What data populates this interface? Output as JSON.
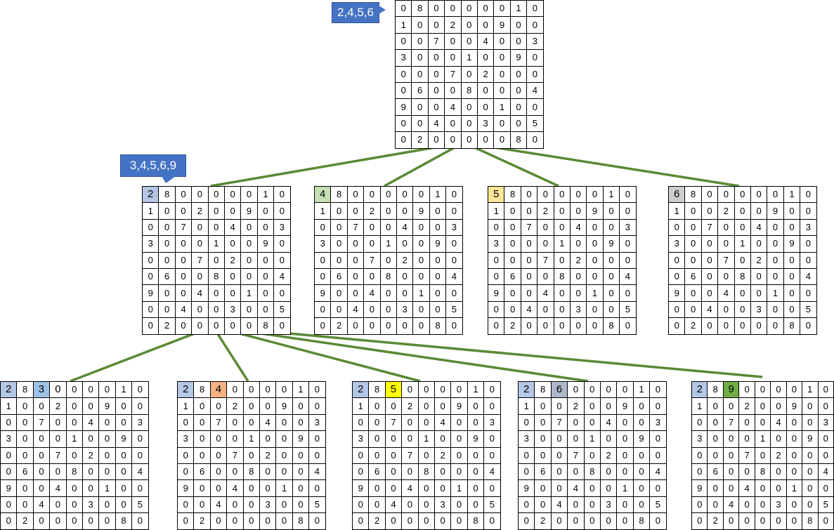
{
  "callouts": {
    "root": "2,4,5,6",
    "level1": "3,4,5,6,9"
  },
  "base_grid": [
    [
      "0",
      "8",
      "0",
      "0",
      "0",
      "0",
      "0",
      "1",
      "0"
    ],
    [
      "1",
      "0",
      "0",
      "2",
      "0",
      "0",
      "9",
      "0",
      "0"
    ],
    [
      "0",
      "0",
      "7",
      "0",
      "0",
      "4",
      "0",
      "0",
      "3"
    ],
    [
      "3",
      "0",
      "0",
      "0",
      "1",
      "0",
      "0",
      "9",
      "0"
    ],
    [
      "0",
      "0",
      "0",
      "7",
      "0",
      "2",
      "0",
      "0",
      "0"
    ],
    [
      "0",
      "6",
      "0",
      "0",
      "8",
      "0",
      "0",
      "0",
      "4"
    ],
    [
      "9",
      "0",
      "0",
      "4",
      "0",
      "0",
      "1",
      "0",
      "0"
    ],
    [
      "0",
      "0",
      "4",
      "0",
      "0",
      "3",
      "0",
      "0",
      "5"
    ],
    [
      "0",
      "2",
      "0",
      "0",
      "0",
      "0",
      "0",
      "8",
      "0"
    ]
  ],
  "colors": {
    "line": "#5a8a35",
    "callout": "#4472c4",
    "light_blue": "#b4c7e7",
    "light_green": "#c5e0b4",
    "light_yellow": "#ffe699",
    "light_gray": "#d0cece",
    "blue_highlight": "#9dc3e6",
    "orange": "#f4b183",
    "yellow": "#ffff00",
    "gray_blue": "#adb9ca",
    "green": "#70ad47"
  },
  "boards": [
    {
      "id": "root",
      "overrides": []
    },
    {
      "id": "l1-2",
      "overrides": [
        {
          "r": 0,
          "c": 0,
          "v": "2",
          "color": "light_blue"
        }
      ]
    },
    {
      "id": "l1-4",
      "overrides": [
        {
          "r": 0,
          "c": 0,
          "v": "4",
          "color": "light_green"
        }
      ]
    },
    {
      "id": "l1-5",
      "overrides": [
        {
          "r": 0,
          "c": 0,
          "v": "5",
          "color": "light_yellow"
        }
      ]
    },
    {
      "id": "l1-6",
      "overrides": [
        {
          "r": 0,
          "c": 0,
          "v": "6",
          "color": "light_gray"
        }
      ]
    },
    {
      "id": "l2-3",
      "overrides": [
        {
          "r": 0,
          "c": 0,
          "v": "2",
          "color": "light_blue"
        },
        {
          "r": 0,
          "c": 2,
          "v": "3",
          "color": "blue_highlight"
        },
        {
          "r": 0,
          "c": 3,
          "v": "0",
          "color": ""
        }
      ]
    },
    {
      "id": "l2-4",
      "overrides": [
        {
          "r": 0,
          "c": 0,
          "v": "2",
          "color": "light_blue"
        },
        {
          "r": 0,
          "c": 2,
          "v": "4",
          "color": "orange"
        }
      ]
    },
    {
      "id": "l2-5",
      "overrides": [
        {
          "r": 0,
          "c": 0,
          "v": "2",
          "color": "light_blue"
        },
        {
          "r": 0,
          "c": 2,
          "v": "5",
          "color": "yellow"
        }
      ]
    },
    {
      "id": "l2-6",
      "overrides": [
        {
          "r": 0,
          "c": 0,
          "v": "2",
          "color": "light_blue"
        },
        {
          "r": 0,
          "c": 2,
          "v": "6",
          "color": "gray_blue"
        }
      ]
    },
    {
      "id": "l2-9",
      "overrides": [
        {
          "r": 0,
          "c": 0,
          "v": "2",
          "color": "light_blue"
        },
        {
          "r": 0,
          "c": 2,
          "v": "9",
          "color": "green"
        }
      ]
    }
  ]
}
